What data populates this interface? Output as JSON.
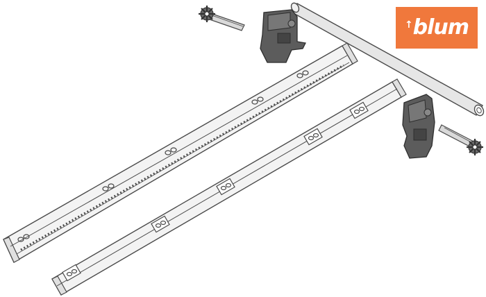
{
  "brand": {
    "logo_text": "blum",
    "logo_color": "#f0783c"
  },
  "illustration": {
    "parts": [
      "drawer-runner-left",
      "drawer-runner-right",
      "synchronization-rod",
      "pinion-bracket-top",
      "pinion-bracket-right",
      "pinion-gear-top",
      "pinion-gear-right"
    ],
    "colors": {
      "line": "#4a4a4a",
      "metal": "#f2f2f2",
      "bracket": "#5c5c5c",
      "rod": "#e3e3e3"
    }
  }
}
